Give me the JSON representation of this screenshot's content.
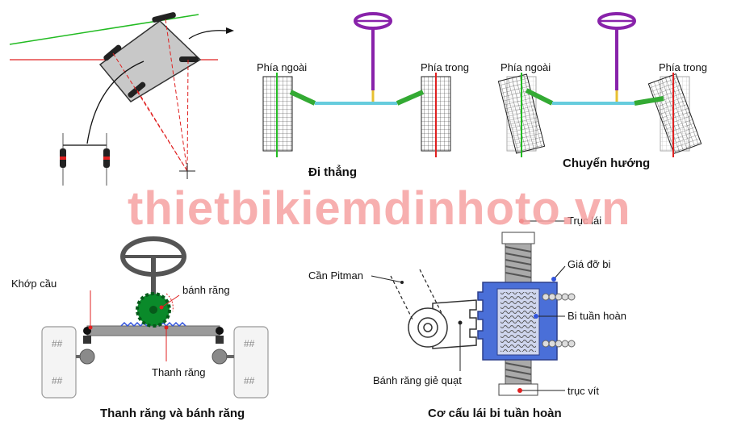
{
  "watermark": "thietbikiemdinhoto.vn",
  "diagrams": {
    "straight": {
      "caption": "Đi thẳng",
      "outer_label": "Phía ngoài",
      "inner_label": "Phía trong"
    },
    "turning": {
      "caption": "Chuyển hướng",
      "outer_label": "Phía ngoài",
      "inner_label": "Phía trong"
    },
    "rack_pinion": {
      "caption": "Thanh răng và bánh răng",
      "ball_joint_label": "Khớp cầu",
      "pinion_label": "bánh răng",
      "rack_label": "Thanh răng"
    },
    "recirculating_ball": {
      "caption": "Cơ cấu lái bi tuần hoàn",
      "steering_shaft_label": "Trục lái",
      "pitman_arm_label": "Cần Pitman",
      "ball_nut_label": "Giá đỡ bi",
      "recirc_balls_label": "Bi tuần hoàn",
      "sector_gear_label": "Bánh răng giẻ quạt",
      "worm_shaft_label": "trục vít"
    }
  },
  "colors": {
    "green_line": "#22bb22",
    "red_line": "#e02020",
    "tie_rod": "#33aa33",
    "relay_rod": "#66ccdd",
    "steering_wheel": "#8822aa",
    "gear_green": "#0a8a2a",
    "housing_blue": "#4a6fd8",
    "watermark": "#f6a2a2"
  }
}
